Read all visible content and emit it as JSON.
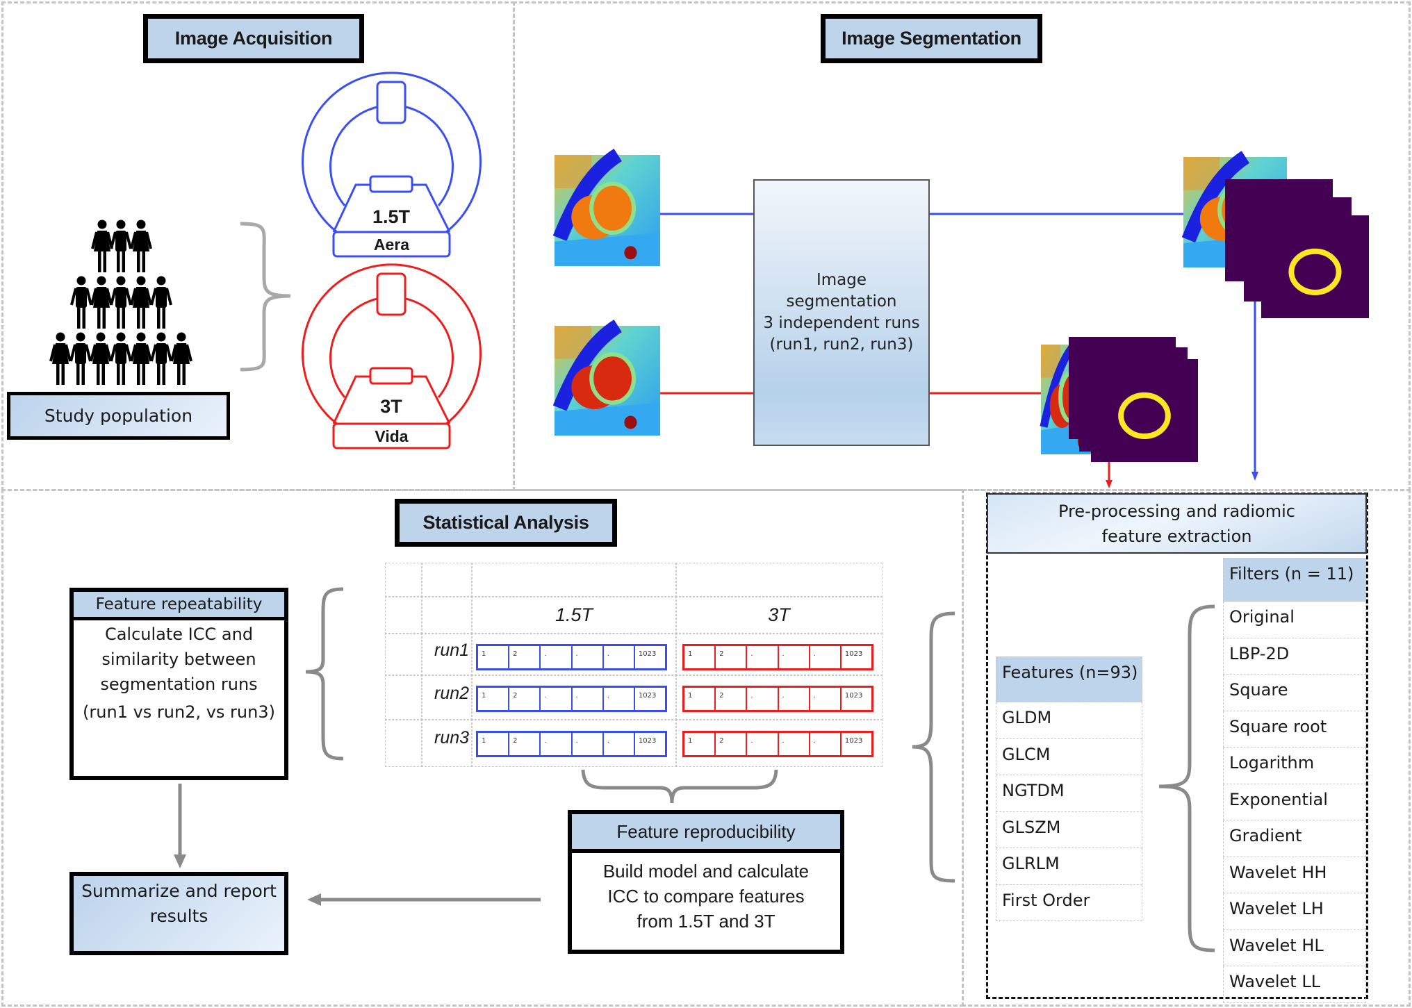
{
  "sections": {
    "acquisition": {
      "title": "Image Acquisition",
      "population_label": "Study population",
      "scanners": [
        {
          "field": "1.5T",
          "model": "Aera",
          "color": "#3b4ef5"
        },
        {
          "field": "3T",
          "model": "Vida",
          "color": "#ee1c1c"
        }
      ]
    },
    "segmentation": {
      "title": "Image Segmentation",
      "process_lines": [
        "Image",
        "segmentation",
        "3 independent runs",
        "(run1, run2, run3)"
      ]
    },
    "statistics": {
      "title": "Statistical Analysis",
      "table": {
        "columns": [
          "1.5T",
          "3T"
        ],
        "rows": [
          "run1",
          "run2",
          "run3"
        ],
        "vector_cells": [
          "1",
          "2",
          ".",
          ".",
          ".",
          "1023"
        ]
      },
      "repeatability": {
        "title": "Feature repeatability",
        "body_lines": [
          "Calculate ICC and",
          "similarity between",
          "segmentation runs"
        ],
        "body_extra": "(run1 vs run2, vs run3)"
      },
      "reproducibility": {
        "title": "Feature reproducibility",
        "body_lines": [
          "Build model  and calculate",
          "ICC to compare features",
          "from 1.5T and 3T"
        ]
      },
      "summary": {
        "lines": [
          "Summarize and report",
          "results"
        ]
      }
    },
    "extraction": {
      "title_lines": [
        "Pre-processing and radiomic",
        "feature  extraction"
      ],
      "features": {
        "header": "Features (n=93)",
        "items": [
          "GLDM",
          "GLCM",
          "NGTDM",
          "GLSZM",
          "GLRLM",
          "First Order"
        ]
      },
      "filters": {
        "header": "Filters (n = 11)",
        "items": [
          "Original",
          "LBP-2D",
          "Square",
          "Square root",
          "Logarithm",
          "Exponential",
          "Gradient",
          "Wavelet HH",
          "Wavelet LH",
          "Wavelet HL",
          "Wavelet LL"
        ]
      }
    }
  },
  "colors": {
    "blue": "#3b4ef5",
    "red": "#ee1c1c",
    "header_fill": "#bdd4ea",
    "mask_bg": "#440154",
    "mask_ring": "#fde725",
    "brace_gray": "#8a8a8a"
  }
}
